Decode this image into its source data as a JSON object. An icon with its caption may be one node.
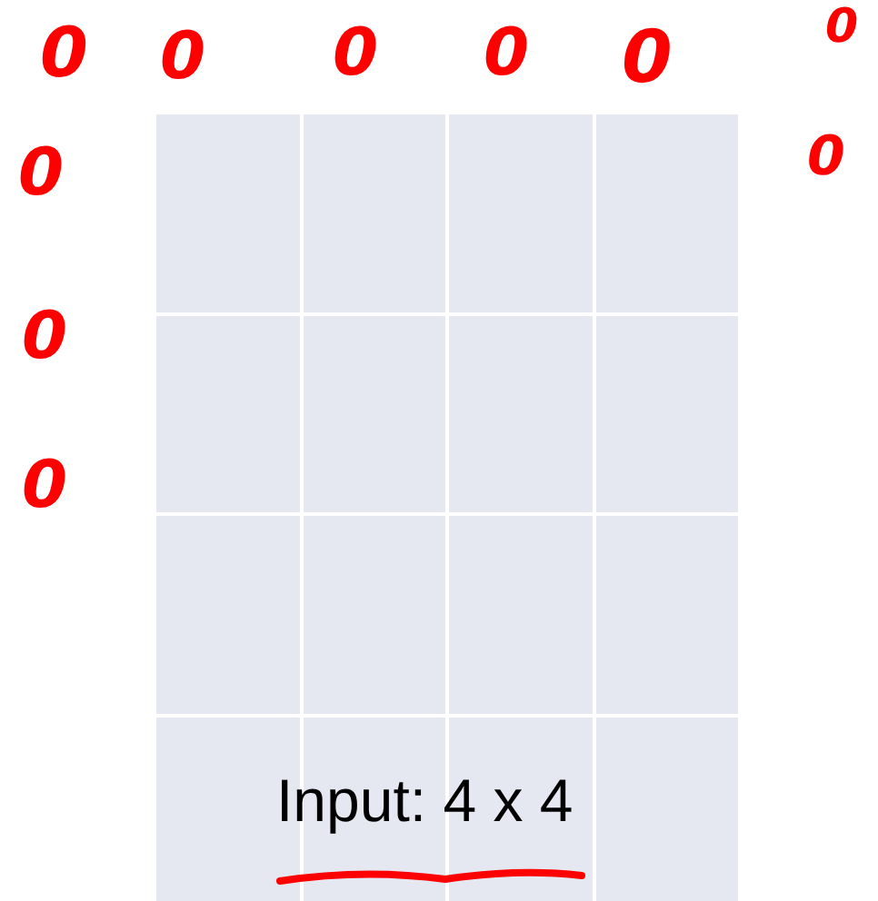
{
  "diagram": {
    "labels": [
      "0",
      "0",
      "0",
      "0",
      "0",
      "0",
      "0",
      "0",
      "0",
      "0",
      "Input: 4 x 4"
    ]
  }
}
